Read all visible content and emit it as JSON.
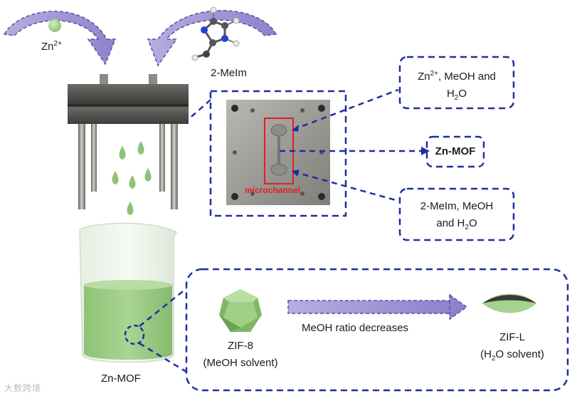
{
  "colors": {
    "dash_blue": "#1f2fa0",
    "arrow_purple": "#9b8fd6",
    "arrow_purple_dark": "#6f63b8",
    "zn_green": "#a8d08d",
    "liquid_green": "#9ccc84",
    "metal_dark": "#4a4a48",
    "metal_light": "#9a9a96",
    "red_box": "#e02020"
  },
  "labels": {
    "zn_ion_base": "Zn",
    "zn_ion_sup": "2+",
    "ligand": "2-MeIm",
    "microchannel": "microchannel",
    "product_beaker": "Zn-MOF"
  },
  "callouts": {
    "top": {
      "line1_a": "Zn",
      "line1_sup": "2+",
      "line1_b": ", MeOH and",
      "line2_a": "H",
      "line2_sub": "2",
      "line2_b": "O"
    },
    "middle": {
      "text": "Zn-MOF"
    },
    "bottom": {
      "line1": "2-MeIm, MeOH",
      "line2_a": "and H",
      "line2_sub": "2",
      "line2_b": "O"
    }
  },
  "morphology": {
    "left_name": "ZIF-8",
    "left_solvent": "(MeOH solvent)",
    "arrow_text": "MeOH ratio decreases",
    "right_name": "ZIF-L",
    "right_solvent_a": "(H",
    "right_solvent_sub": "2",
    "right_solvent_b": "O solvent)"
  },
  "watermark": "大数跨境",
  "icons": [
    "curved-arrow-icon",
    "zn-ion-sphere-icon",
    "imidazole-molecule-icon",
    "droplet-icon",
    "octahedron-crystal-icon",
    "leaf-crystal-icon"
  ]
}
